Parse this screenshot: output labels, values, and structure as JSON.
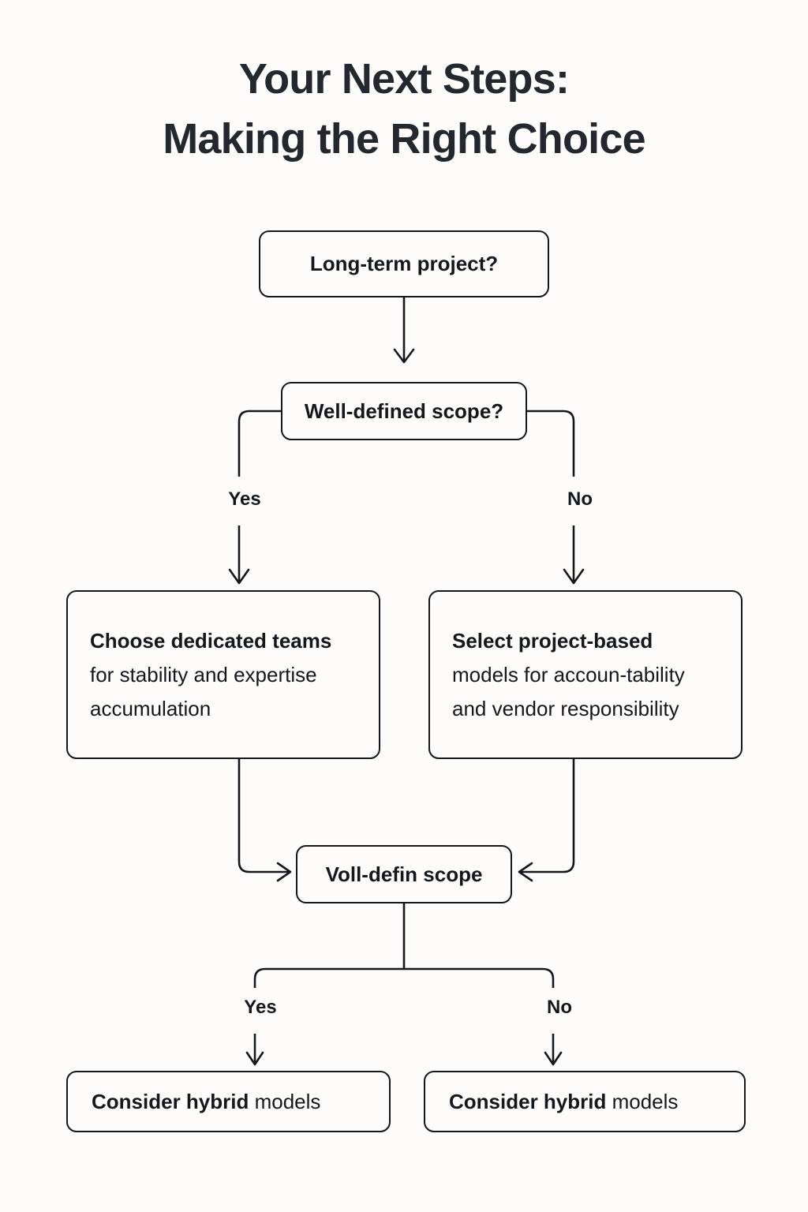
{
  "title": {
    "line1": "Your Next Steps:",
    "line2": "Making the Right Choice"
  },
  "colors": {
    "background": "#fdfcfb",
    "stroke": "#14181d",
    "title_text": "#23282e",
    "node_fill": "#fdfcfb"
  },
  "flowchart": {
    "type": "decision-tree",
    "nodes": {
      "start_decision": "Long-term project?",
      "scope_decision": "Well-defined scope?",
      "action_left_bold": "Choose dedicated teams",
      "action_left_rest": " for stability and expertise accumulation",
      "action_right_bold": "Select project-based",
      "action_right_rest": " models for accoun-tability and vendor responsibility",
      "merge_decision": "Voll-defin scope",
      "terminal_left_bold": "Consider hybrid",
      "terminal_left_rest": " models",
      "terminal_right_bold": "Consider hybrid",
      "terminal_right_rest": " models"
    },
    "edge_labels": {
      "scope_yes": "Yes",
      "scope_no": "No",
      "merge_yes": "Yes",
      "merge_no": "No"
    }
  }
}
